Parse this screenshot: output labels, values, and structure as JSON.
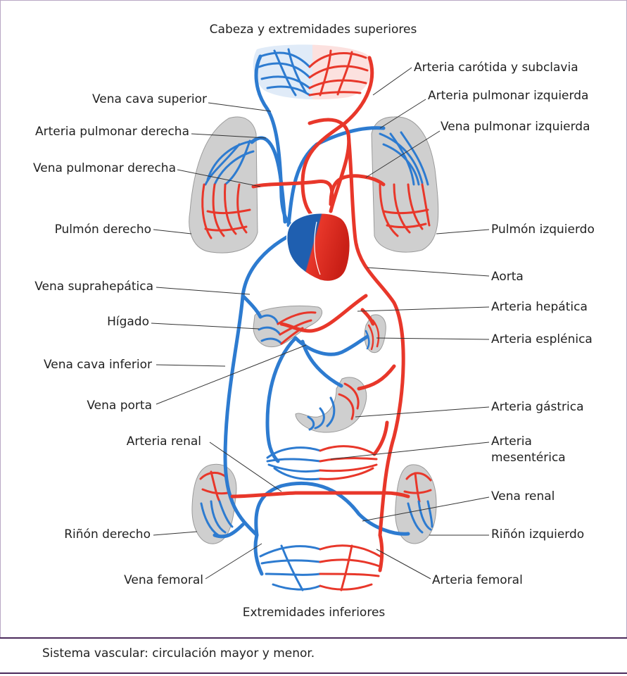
{
  "labels": {
    "head": "Cabeza y extremidades superiores",
    "carotid": "Arteria carótida y subclavia",
    "sup_vena_cava": "Vena cava superior",
    "left_pulm_artery": "Arteria pulmonar izquierda",
    "right_pulm_artery": "Arteria pulmonar derecha",
    "left_pulm_vein": "Vena pulmonar izquierda",
    "right_pulm_vein": "Vena pulmonar derecha",
    "right_lung": "Pulmón derecho",
    "left_lung": "Pulmón izquierdo",
    "aorta": "Aorta",
    "suprahepatic": "Vena suprahepática",
    "hepatic_artery": "Arteria hepática",
    "liver": "Hígado",
    "splenic_artery": "Arteria esplénica",
    "inf_vena_cava": "Vena cava inferior",
    "portal_vein": "Vena porta",
    "gastric_artery": "Arteria gástrica",
    "renal_artery": "Arteria renal",
    "mesenteric_1": "Arteria",
    "mesenteric_2": "mesentérica",
    "renal_vein": "Vena renal",
    "right_kidney": "Riñón derecho",
    "left_kidney": "Riñón izquierdo",
    "femoral_vein": "Vena femoral",
    "femoral_artery": "Arteria femoral",
    "lower_limbs": "Extremidades inferiores"
  },
  "caption": "Sistema vascular: circulación mayor y menor.",
  "colors": {
    "artery": "#e8372a",
    "vein": "#2d7bd0",
    "organ": "#cfcfcf",
    "rule": "#4b2a5b"
  }
}
